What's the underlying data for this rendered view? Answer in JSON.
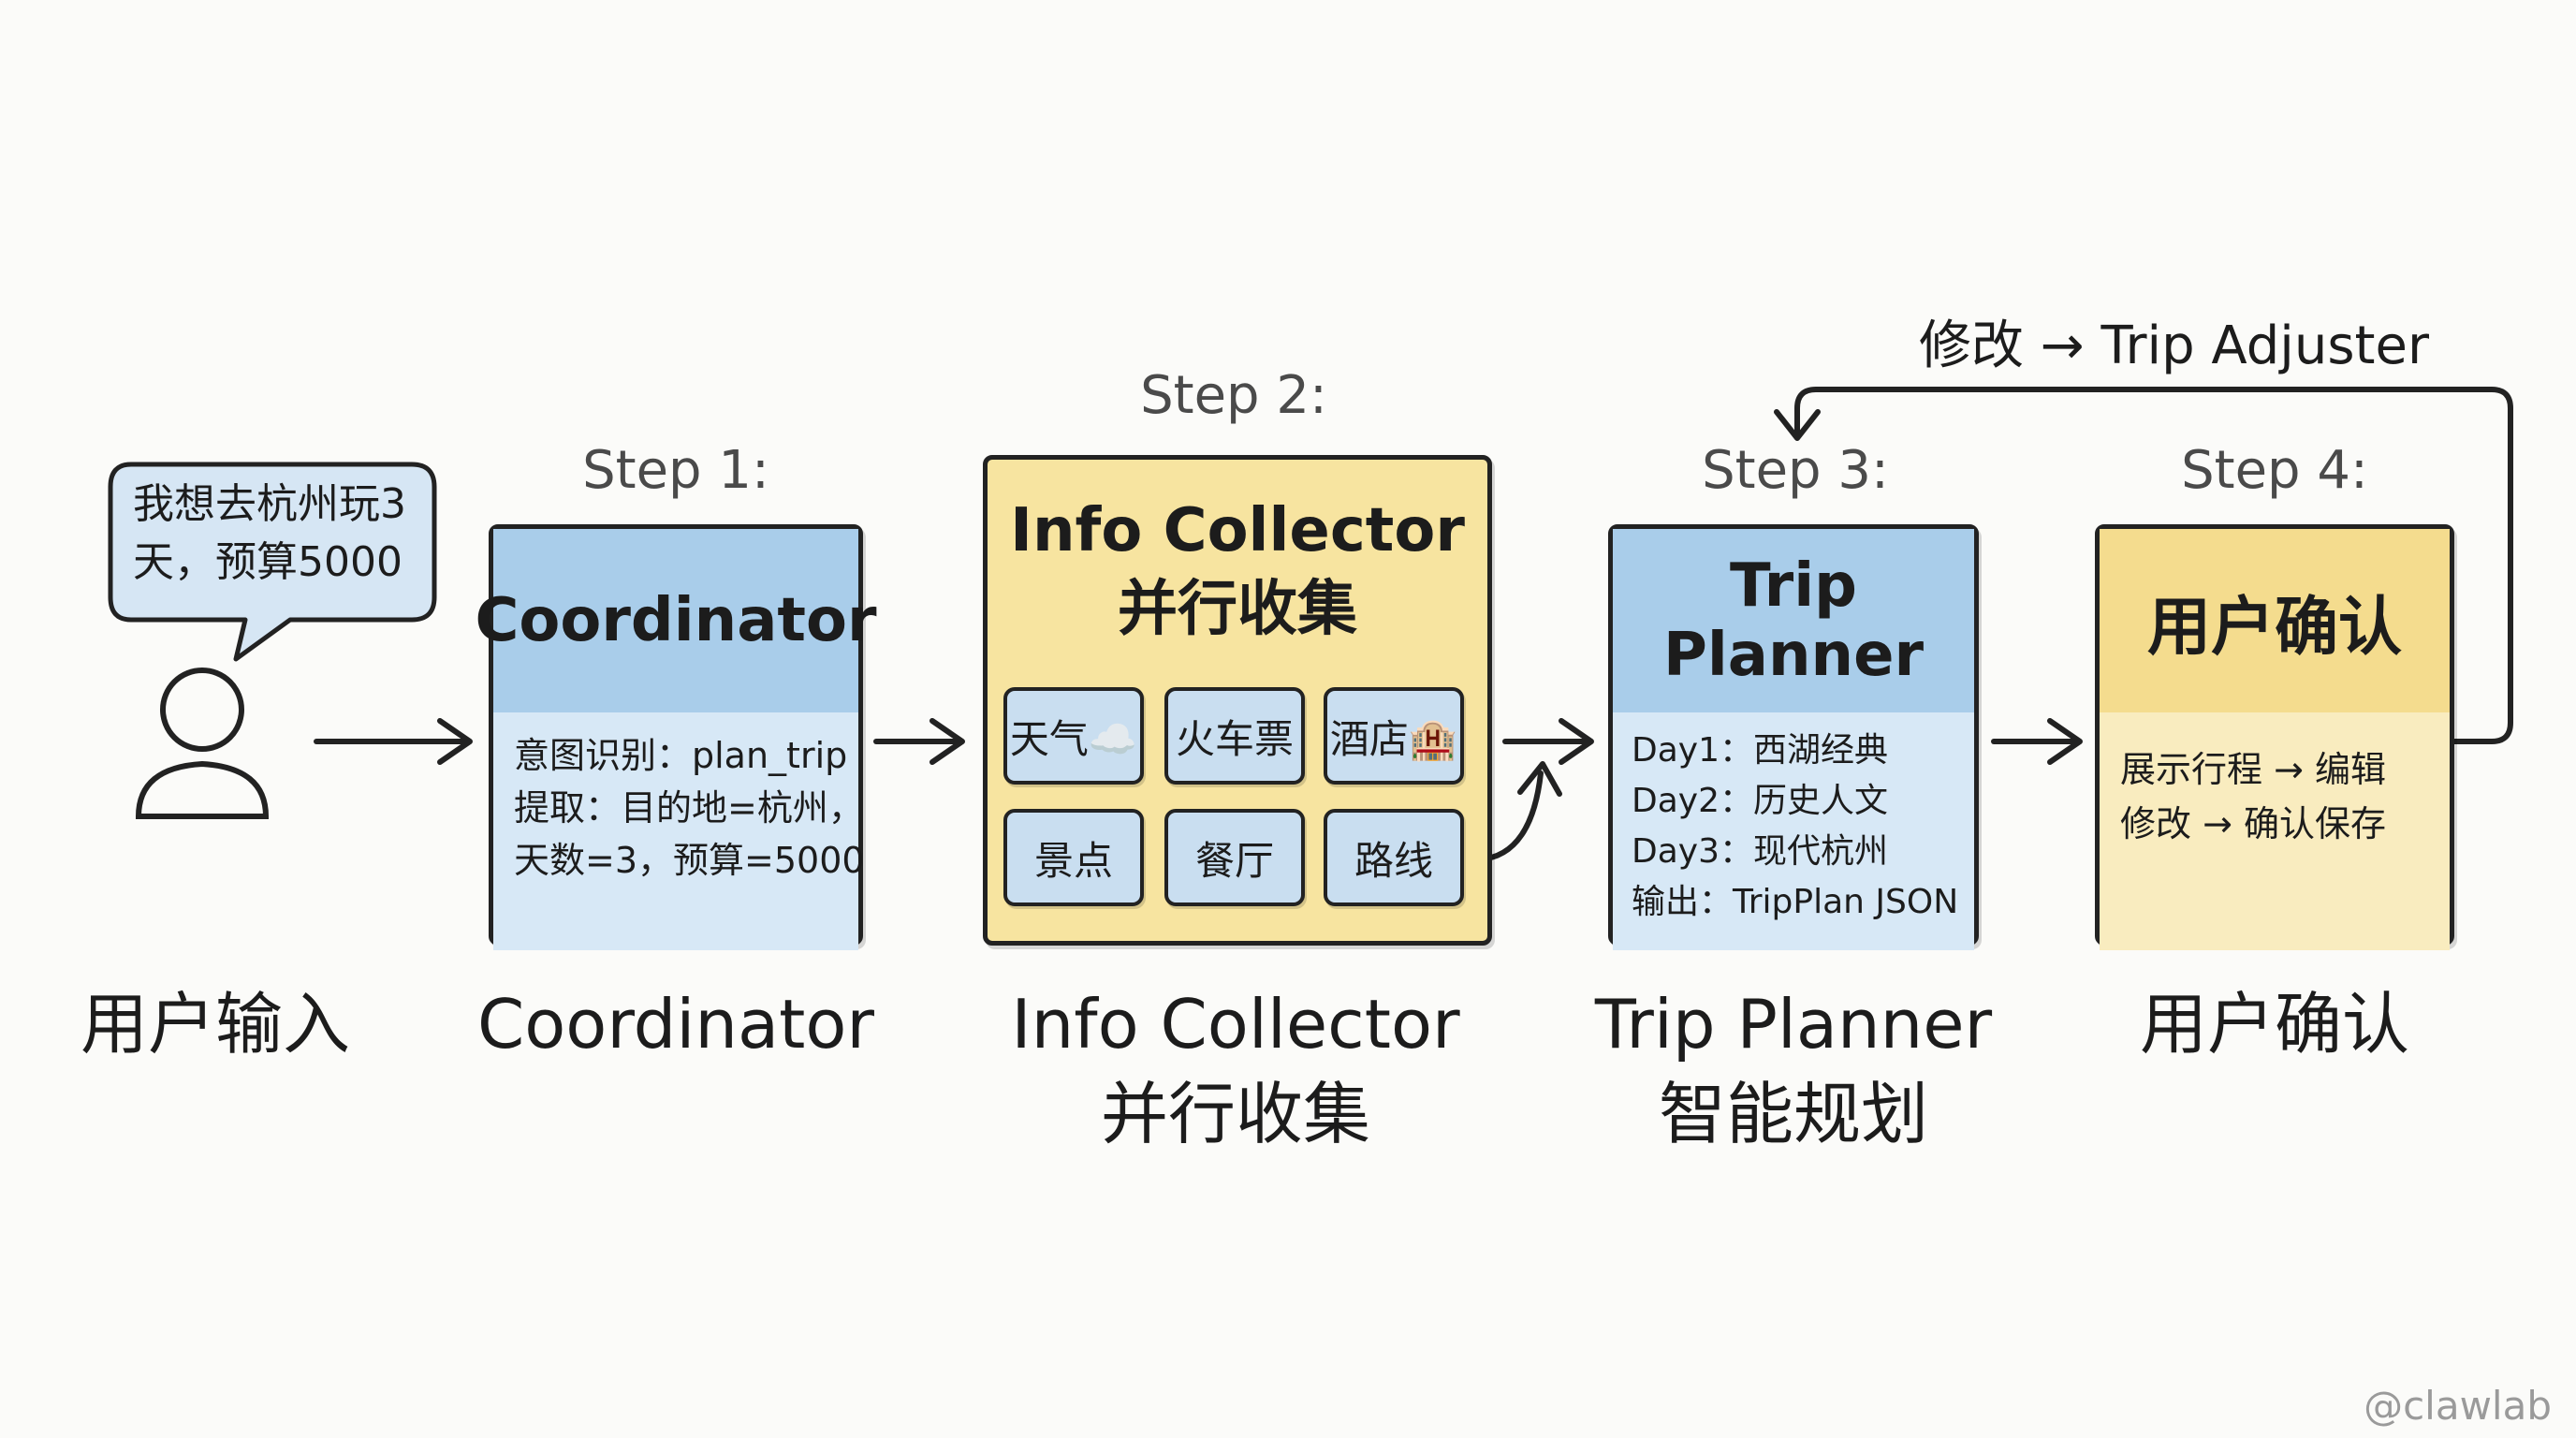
{
  "user_input": {
    "bubble_text": "我想去杭州玩3天，预算5000",
    "caption": "用户输入"
  },
  "steps": [
    {
      "label": "Step 1:",
      "title": "Coordinator",
      "lines": [
        "意图识别：plan_trip",
        "提取：目的地=杭州，",
        "天数=3，预算=5000"
      ],
      "caption_lines": [
        "Coordinator"
      ]
    },
    {
      "label": "Step 2:",
      "title_lines": [
        "Info Collector",
        "并行收集"
      ],
      "tiles": [
        "天气☁️",
        "火车票",
        "酒店🏨",
        "景点",
        "餐厅",
        "路线"
      ],
      "caption_lines": [
        "Info Collector",
        "并行收集"
      ]
    },
    {
      "label": "Step 3:",
      "title": "Trip Planner",
      "lines": [
        "Day1：西湖经典",
        "Day2：历史人文",
        "Day3：现代杭州",
        "输出：TripPlan JSON"
      ],
      "caption_lines": [
        "Trip Planner",
        "智能规划"
      ]
    },
    {
      "label": "Step 4:",
      "title": "用户确认",
      "lines": [
        "展示行程 → 编辑",
        "修改 → 确认保存"
      ],
      "caption_lines": [
        "用户确认"
      ]
    }
  ],
  "feedback_label": "修改 → Trip Adjuster",
  "watermark": "@clawlab"
}
